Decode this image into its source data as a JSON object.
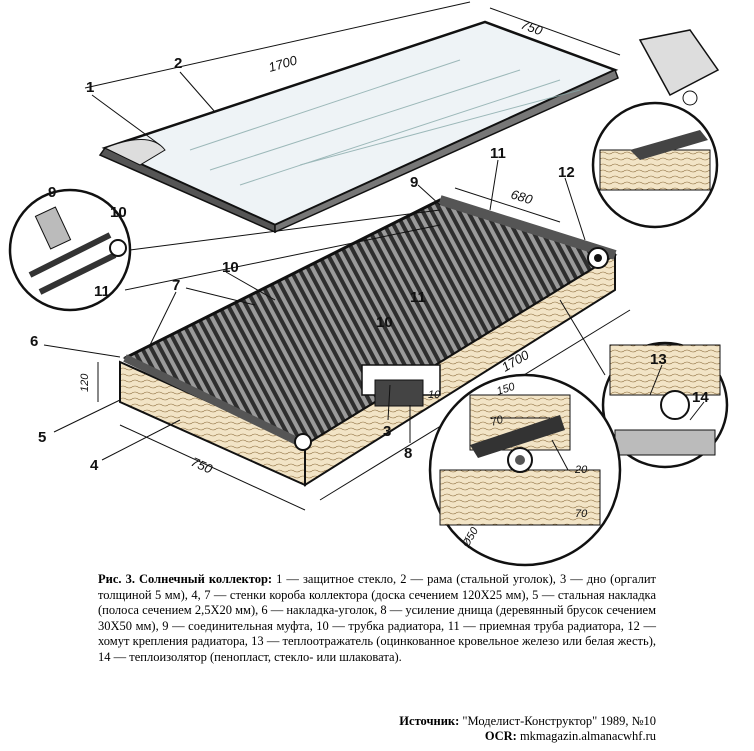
{
  "diagram": {
    "dimensions": {
      "glass_length": "1700",
      "glass_width": "750",
      "pipe_span": "680",
      "box_length": "1700",
      "box_width": "750",
      "box_height": "120",
      "small_10": "10",
      "detail_150": "150",
      "detail_70a": "70",
      "detail_70b": "70",
      "detail_20": "20",
      "detail_diam": "Ø50"
    },
    "labels": {
      "n1": "1",
      "n2": "2",
      "n3": "3",
      "n4": "4",
      "n5": "5",
      "n6": "6",
      "n7": "7",
      "n8": "8",
      "n9": "9",
      "n10": "10",
      "n11": "11",
      "n12": "12",
      "n13": "13",
      "n14": "14",
      "d9": "9",
      "d10": "10",
      "d11": "11",
      "d10b": "10",
      "d11b": "11",
      "d12": "12"
    },
    "colors": {
      "ink": "#111111",
      "wood": "#f2e4c6",
      "tube": "#3c3c3c",
      "glass": "#eef3f6"
    }
  },
  "caption": {
    "title": "Рис. 3. Солнечный коллектор:",
    "body": " 1 — защитное стекло, 2 — рама (стальной уголок), 3 — дно (оргалит толщиной 5 мм), 4, 7 — стенки короба коллектора (доска сечением 120Х25 мм), 5 — стальная накладка (полоса сечением 2,5Х20 мм), 6 — накладка-уголок, 8 — усиление днища (деревянный брусок сечением 30Х50 мм), 9 — соединительная муфта, 10 — трубка радиатора, 11 — приемная труба радиатора, 12 — хомут крепления радиатора, 13 — теплоотражатель (оцинкованное кровельное железо или белая жесть), 14 — теплоизолятор (пенопласт, стекло- или шлаковата)."
  },
  "source": {
    "label": "Источник:",
    "value": " \"Моделист-Конструктор\" 1989, №10",
    "ocr_label": "OCR:",
    "ocr_value": " mkmagazin.almanacwhf.ru"
  }
}
